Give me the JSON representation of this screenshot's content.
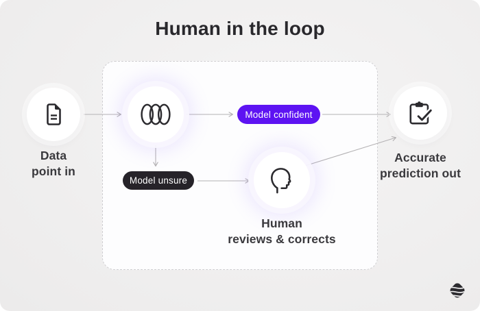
{
  "title": "Human in the loop",
  "nodes": {
    "input": {
      "lines": [
        "Data",
        "point in"
      ],
      "icon": "document-icon"
    },
    "model": {
      "icon": "model-coils-icon"
    },
    "human": {
      "lines": [
        "Human",
        "reviews & corrects"
      ],
      "icon": "head-profile-icon"
    },
    "output": {
      "lines": [
        "Accurate",
        "prediction out"
      ],
      "icon": "clipboard-check-icon"
    }
  },
  "badges": {
    "confident": {
      "label": "Model confident",
      "color": "#5d13f2"
    },
    "unsure": {
      "label": "Model unsure",
      "color": "#262329"
    }
  },
  "brand": {
    "icon": "sphere-logo"
  },
  "colors": {
    "accent_purple": "#5d13f2",
    "badge_dark": "#262329",
    "canvas_white": "#fdfdfe",
    "arrow_gray": "#b4b2b4",
    "ink": "#2b2a2e"
  }
}
